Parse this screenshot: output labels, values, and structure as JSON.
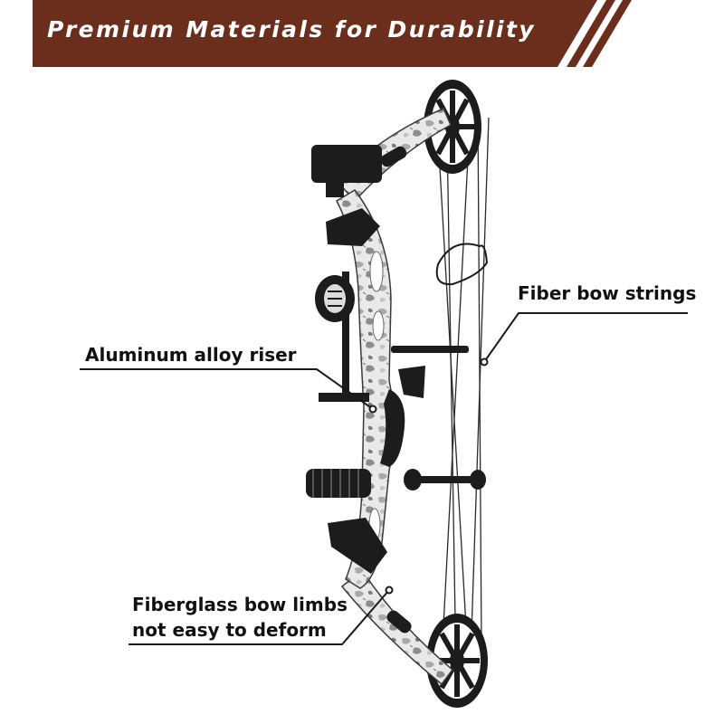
{
  "banner": {
    "title": "Premium Materials for Durability",
    "color": "#6b2e1c"
  },
  "callouts": {
    "strings": "Fiber bow strings",
    "riser": "Aluminum alloy riser",
    "limbs_line1": "Fiberglass bow limbs",
    "limbs_line2": "not easy to deform"
  },
  "colors": {
    "leader": "#1a1a1a",
    "accessory": "#1c1c1c",
    "camo_base": "#e9e9e9"
  }
}
